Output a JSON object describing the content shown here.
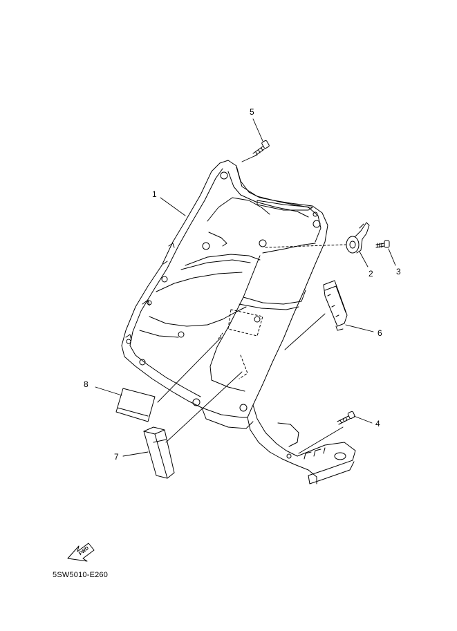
{
  "callouts": {
    "c1": "1",
    "c2": "2",
    "c3": "3",
    "c4": "4",
    "c5": "5",
    "c6": "6",
    "c7": "7",
    "c8": "8"
  },
  "fwd_label": "FWD",
  "diagram_code": "5SW5010-E260"
}
